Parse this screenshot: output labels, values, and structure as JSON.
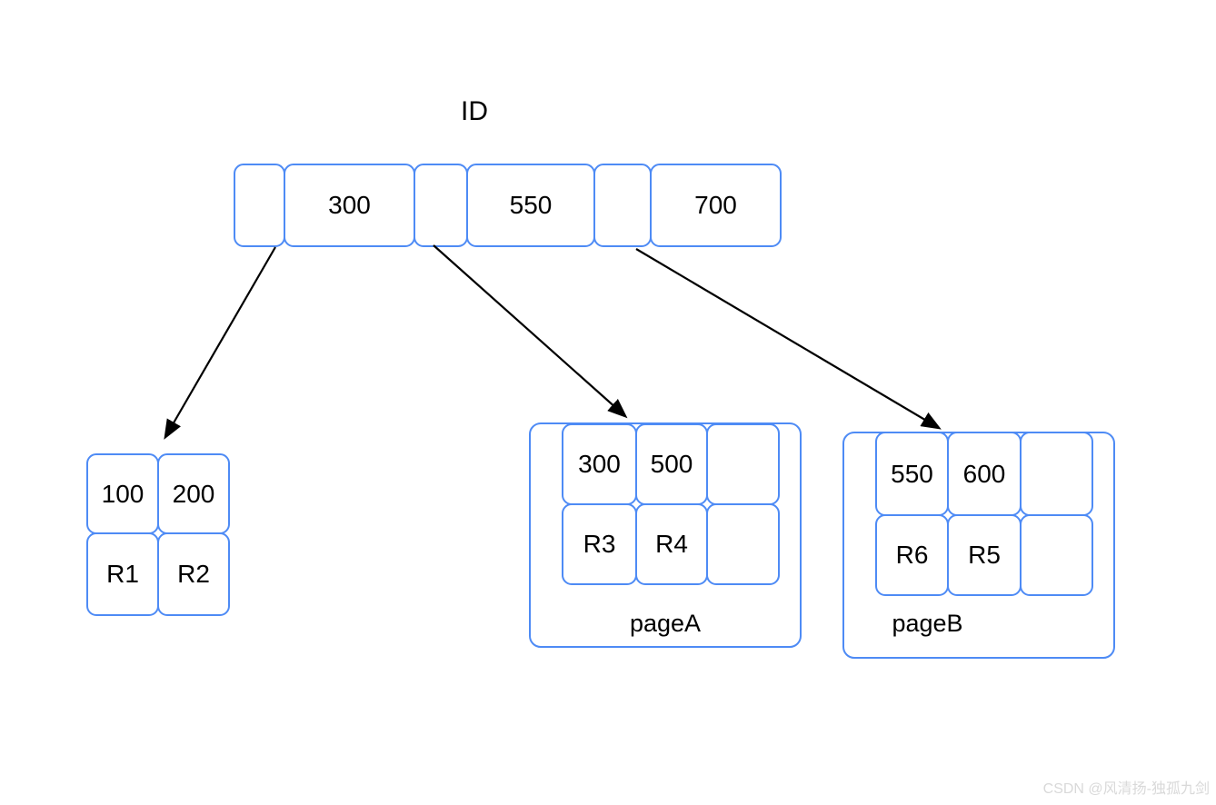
{
  "title": "ID",
  "root": {
    "cells": [
      "",
      "300",
      "",
      "550",
      "",
      "700"
    ]
  },
  "left_node": {
    "cells": [
      "100",
      "200",
      "R1",
      "R2"
    ]
  },
  "page_a": {
    "label": "pageA",
    "cells": [
      "300",
      "500",
      "",
      "R3",
      "R4",
      ""
    ]
  },
  "page_b": {
    "label": "pageB",
    "cells": [
      "550",
      "600",
      "",
      "R6",
      "R5",
      ""
    ]
  },
  "watermark": "CSDN @风清扬-独孤九剑",
  "colors": {
    "box_border": "#4e8bf5",
    "arrow": "#000000",
    "text": "#000000",
    "watermark": "#d9d9d9"
  }
}
